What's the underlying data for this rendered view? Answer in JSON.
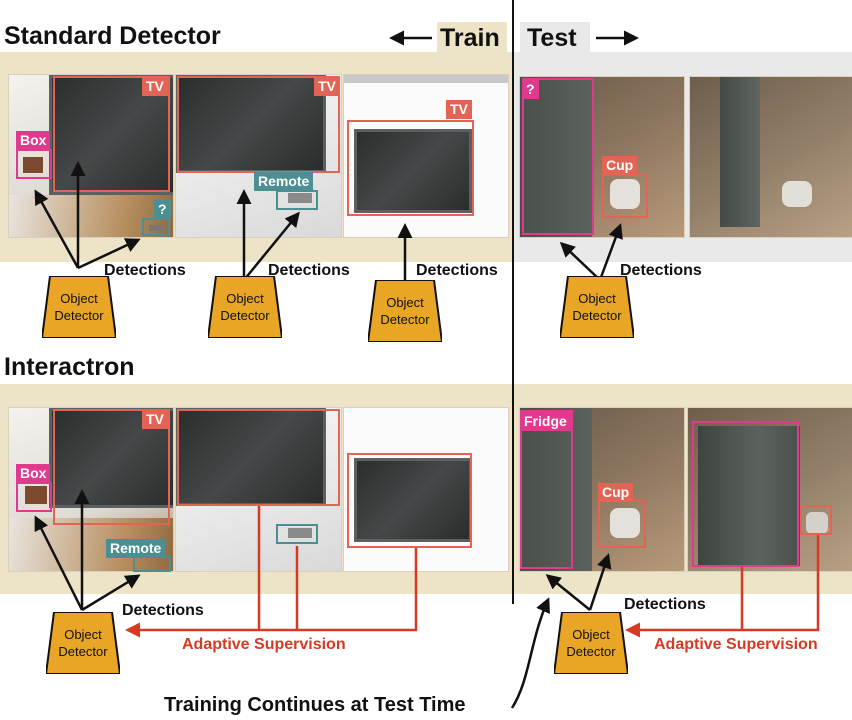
{
  "headings": {
    "standard": "Standard Detector",
    "interactron": "Interactron",
    "train": "Train",
    "test": "Test"
  },
  "labels": {
    "tv": "TV",
    "box": "Box",
    "remote": "Remote",
    "unknown": "?",
    "cup": "Cup",
    "fridge": "Fridge"
  },
  "detector": {
    "line1": "Object",
    "line2": "Detector"
  },
  "detections": "Detections",
  "adaptive_supervision": "Adaptive Supervision",
  "footer": "Training Continues at Test Time",
  "colors": {
    "train_band": "#ede3c6",
    "test_band": "#e9e9e9",
    "detector_fill": "#e8a526",
    "tv_box": "#e36454",
    "box_box": "#e03a8e",
    "remote_box": "#4b8f93",
    "supervision": "#d63a22"
  }
}
